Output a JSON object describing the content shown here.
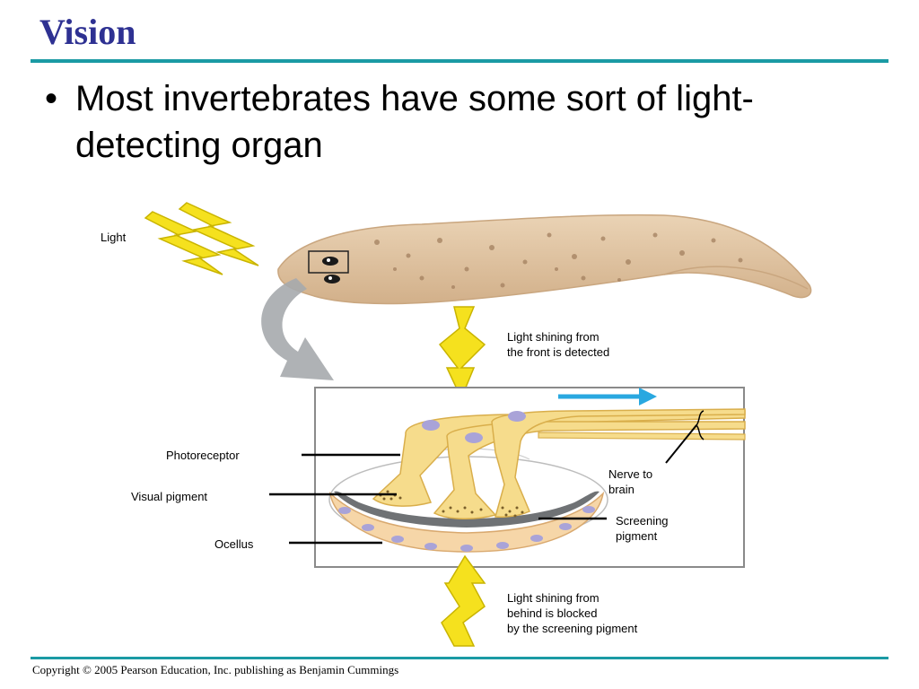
{
  "slide": {
    "title": "Vision",
    "bullet_marker": "•",
    "bullet": "Most invertebrates have some sort of light-detecting organ",
    "footer": "Copyright © 2005 Pearson Education, Inc. publishing as Benjamin Cummings",
    "accent_color": "#1a9aa4",
    "title_color": "#2e3192"
  },
  "diagram": {
    "labels": {
      "light": "Light",
      "front": "Light shining from\nthe front is detected",
      "photoreceptor": "Photoreceptor",
      "visual_pigment": "Visual pigment",
      "ocellus": "Ocellus",
      "nerve": "Nerve to\nbrain",
      "screening": "Screening\npigment",
      "behind": "Light shining from\nbehind is blocked\nby the screening pigment"
    },
    "colors": {
      "lightning": "#f5e11e",
      "flatworm": "#e3c7a6",
      "cell": "#f6dc8c",
      "screening": "#6f7275",
      "nucleus": "#a9a3d8",
      "nerve_arrow": "#29a8e0"
    }
  }
}
